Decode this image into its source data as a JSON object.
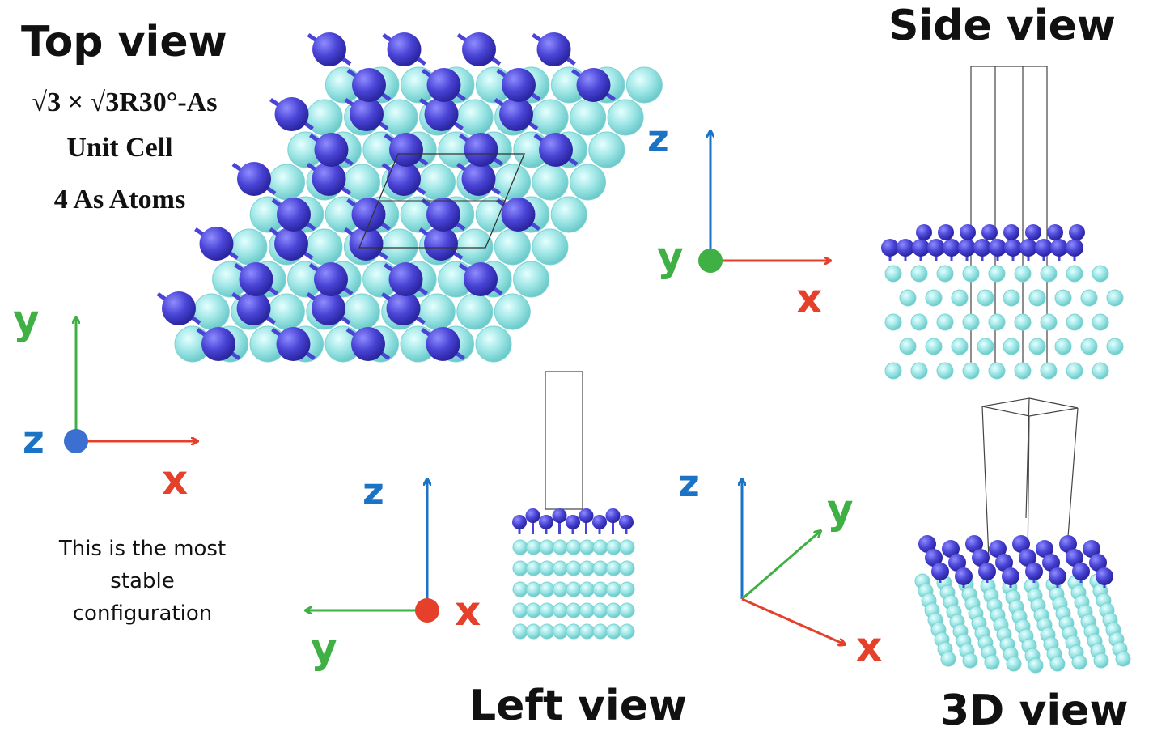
{
  "views": {
    "top": "Top view",
    "side": "Side view",
    "left": "Left view",
    "three_d": "3D view"
  },
  "unit_cell": {
    "line1": "√3 × √3R30°-As",
    "line2": "Unit Cell",
    "line3": "4 As Atoms"
  },
  "note": {
    "line1": "This is the most",
    "line2": "stable",
    "line3": "configuration"
  },
  "axis_labels": {
    "x": "x",
    "y": "y",
    "z": "z"
  },
  "colors": {
    "x_axis": "#e5402a",
    "y_axis": "#3fb044",
    "z_axis": "#1a73c5",
    "z_dot": "#3b6fd0",
    "y_dot": "#3fb044",
    "x_dot": "#e5402a",
    "as_atom": "#4a44d6",
    "substrate_atom": "#9fe6e6",
    "cell_line": "#444444"
  }
}
